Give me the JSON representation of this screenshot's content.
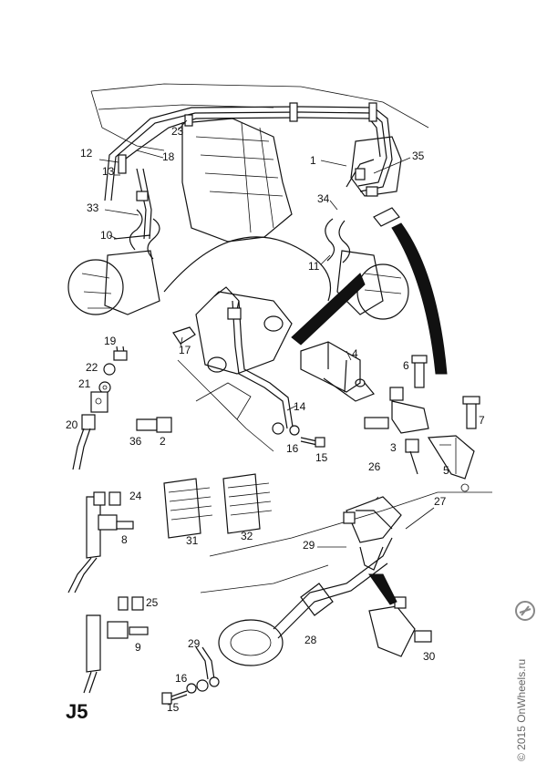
{
  "page_code": "J5",
  "copyright": "© 2015 OnWheels.ru",
  "logo": "onwheels-logo-icon",
  "callouts": [
    "1",
    "2",
    "3",
    "4",
    "5",
    "6",
    "7",
    "8",
    "9",
    "10",
    "11",
    "12",
    "13",
    "14",
    "15",
    "15",
    "16",
    "16",
    "17",
    "18",
    "19",
    "20",
    "21",
    "22",
    "23",
    "24",
    "25",
    "26",
    "27",
    "28",
    "29",
    "29",
    "30",
    "31",
    "32",
    "33",
    "34",
    "35",
    "36"
  ]
}
